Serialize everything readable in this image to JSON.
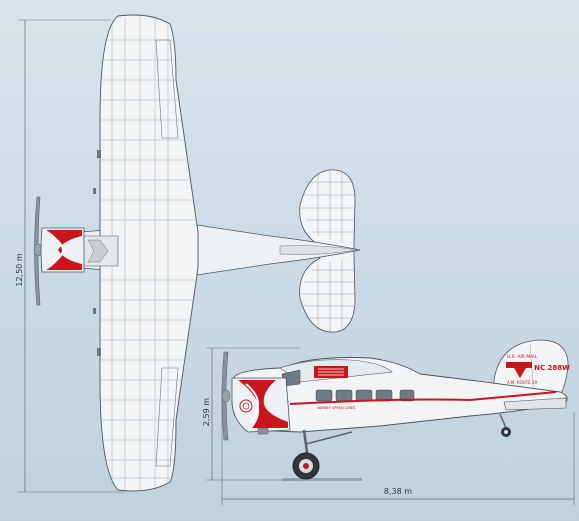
{
  "dimensions": {
    "wingspan": "12,50 m",
    "height": "2,59 m",
    "length": "8,38 m"
  },
  "markings": {
    "registration": "NC 288W",
    "mail_line1": "U.S. AIR MAIL",
    "mail_line2": "A.M. ROUTE 29",
    "fuselage_text": "VARNEY SPEED LINES"
  },
  "colors": {
    "background_top": "#d7e4ec",
    "aircraft_body": "#f2f4f5",
    "accent_red": "#c8161d",
    "outline": "#4a5660"
  }
}
